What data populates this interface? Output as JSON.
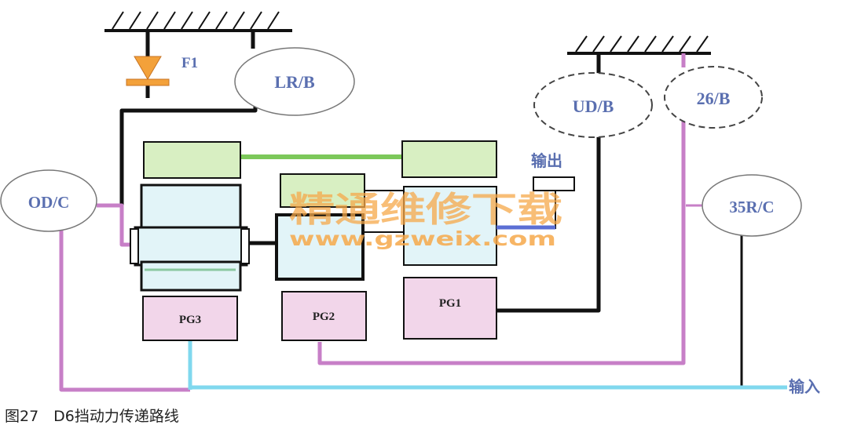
{
  "labels": {
    "f1": "F1",
    "lr_b": "LR/B",
    "ud_b": "UD/B",
    "b26": "26/B",
    "od_c": "OD/C",
    "r35_c": "35R/C",
    "output": "输出",
    "input": "输入",
    "pg1": "PG1",
    "pg2": "PG2",
    "pg3": "PG3"
  },
  "caption": "图27　D6挡动力传递路线",
  "watermark": {
    "cn": "精通维修下载",
    "url": "www.gzweix.com"
  },
  "colors": {
    "black_path": "#111111",
    "magenta_path": "#c77fc7",
    "cyan_path": "#80d8ee",
    "green_path": "#7cc85a",
    "blue_path": "#5b6fd4",
    "clutch_fill": "#ffffff",
    "clutch_label": "#5a6fb0",
    "green_box": "#d8efc2",
    "cyan_box": "#e2f4f8",
    "pink_box": "#f2d6ea",
    "diode_orange": "#f3a13a",
    "watermark_orange": "#f6a84a"
  }
}
